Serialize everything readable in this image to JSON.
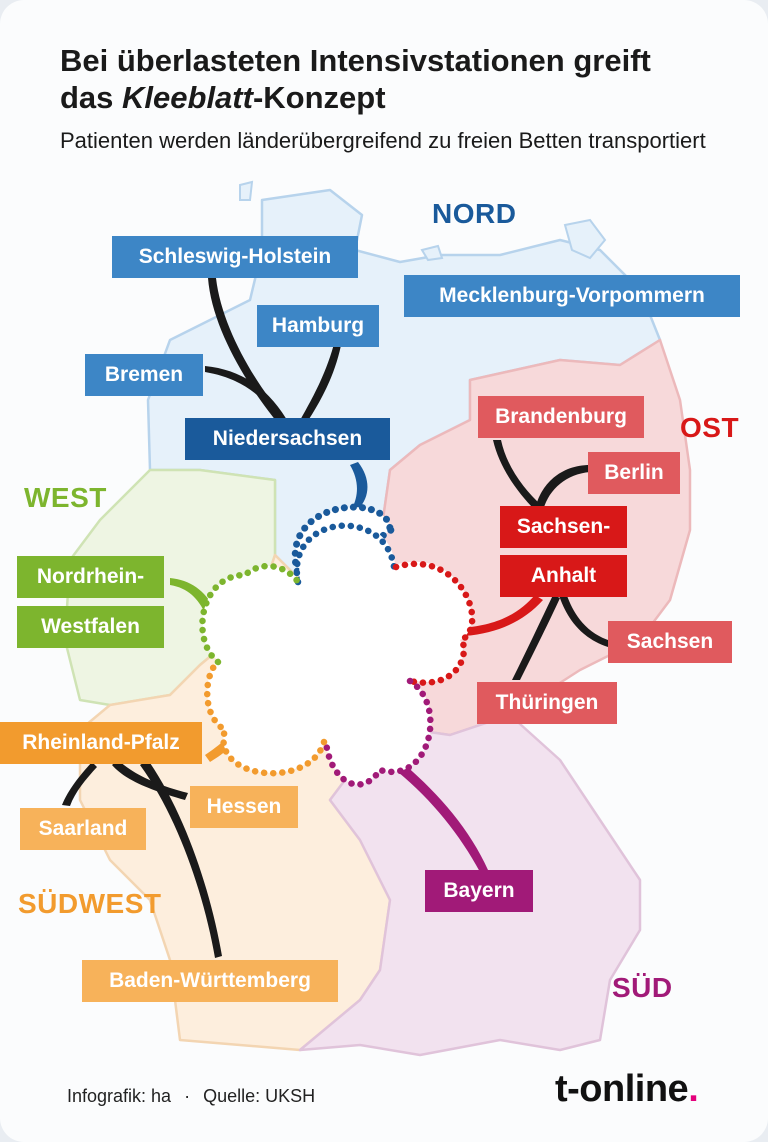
{
  "title": {
    "line1": "Bei überlasteten Intensivstationen greift",
    "line2_prefix": "das ",
    "line2_em": "Kleeblatt",
    "line2_suffix": "-Konzept"
  },
  "subtitle": "Patienten werden länderübergreifend zu freien Betten transportiert",
  "regions": {
    "nord": "NORD",
    "ost": "OST",
    "west": "WEST",
    "suedwest": "SÜDWEST",
    "sued": "SÜD"
  },
  "states": {
    "schleswig_holstein": "Schleswig-Holstein",
    "hamburg": "Hamburg",
    "bremen": "Bremen",
    "niedersachsen": "Niedersachsen",
    "mecklenburg_vorpommern": "Mecklenburg-Vorpommern",
    "brandenburg": "Brandenburg",
    "berlin": "Berlin",
    "sachsen_anhalt_1": "Sachsen-",
    "sachsen_anhalt_2": "Anhalt",
    "sachsen": "Sachsen",
    "thueringen": "Thüringen",
    "nrw_1": "Nordrhein-",
    "nrw_2": "Westfalen",
    "rheinland_pfalz": "Rheinland-Pfalz",
    "hessen": "Hessen",
    "saarland": "Saarland",
    "baden_wuerttemberg": "Baden-Württemberg",
    "bayern": "Bayern"
  },
  "colors": {
    "nord": "#1a5a9b",
    "ost": "#d81818",
    "west": "#7db52e",
    "suedwest": "#f29b2e",
    "sued": "#a11a78"
  },
  "footer": {
    "credit": "Infografik: ha",
    "separator": "·",
    "source": "Quelle: UKSH"
  },
  "logo": {
    "text": "t-online",
    "dot": "."
  }
}
